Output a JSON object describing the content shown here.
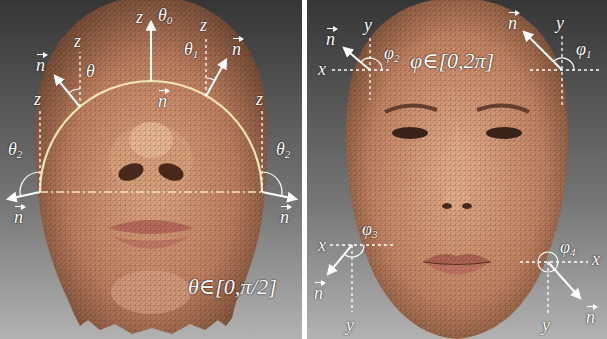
{
  "diagram": {
    "labels": [
      "z",
      "θ0",
      "z",
      "θ",
      "θ1",
      "z",
      "n",
      "n",
      "n",
      "z",
      "z",
      "θ2",
      "θ2",
      "n",
      "n",
      "θ∈[0,π/2]",
      "y",
      "n",
      "φ2",
      "x",
      "φ∈[0,2π]",
      "n",
      "y",
      "φ1",
      "x",
      "φ3",
      "x",
      "φ4",
      "n",
      "y",
      "n",
      "y"
    ]
  }
}
